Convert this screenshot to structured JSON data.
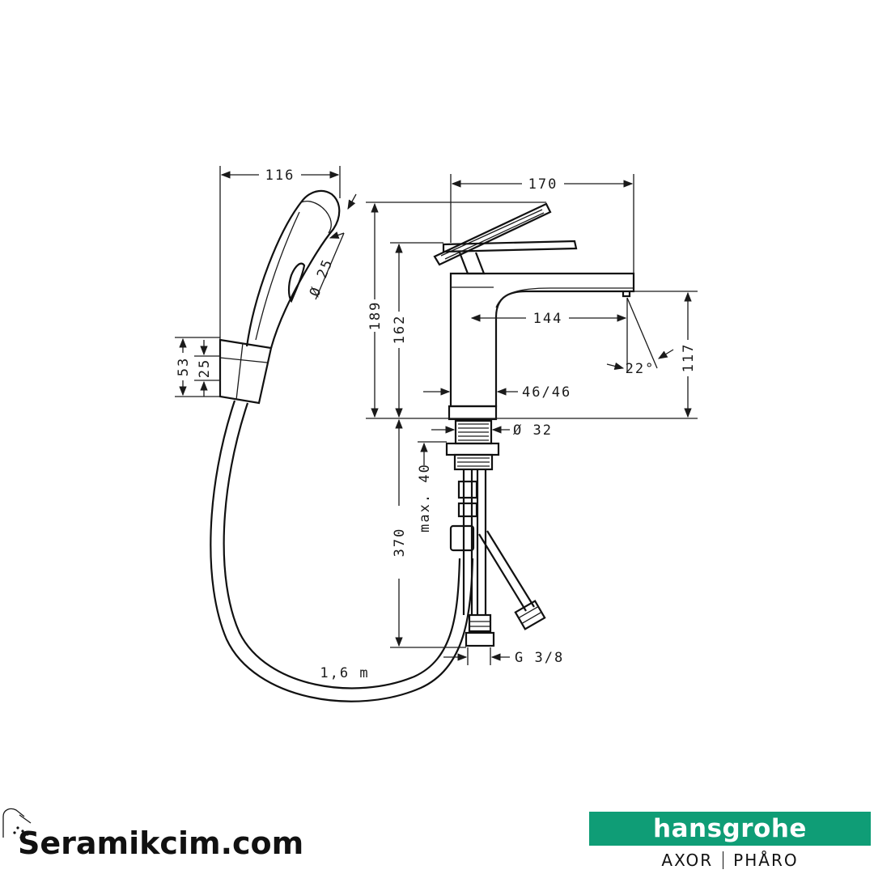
{
  "dimensions": {
    "d116": "116",
    "d170": "170",
    "d189": "189",
    "d162": "162",
    "d144": "144",
    "d117": "117",
    "d22": "22°",
    "d4646": "46/46",
    "d32": "Ø 32",
    "dmax40": "max. 40",
    "d370": "370",
    "dG38": "G 3/8",
    "d16m": "1,6 m",
    "d53": "53",
    "d25v": "25",
    "d25dia": "Ø 25"
  },
  "footer": {
    "site": "Seramikcim.com",
    "brand": "hansgrohe",
    "sub_left": "AXOR",
    "sub_right": "PHÅRO"
  },
  "colors": {
    "brand_green": "#0f9d76",
    "line": "#1a1a1a"
  }
}
